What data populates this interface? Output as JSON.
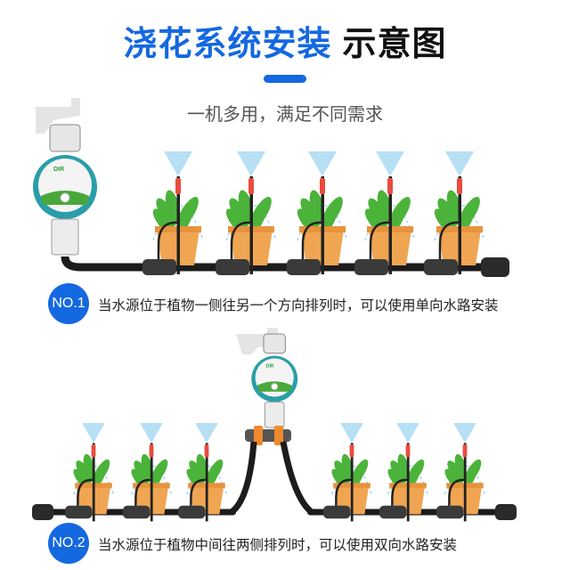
{
  "header": {
    "title_blue": "浇花系统安装",
    "title_black": "示意图",
    "subtitle": "一机多用，满足不同需求",
    "accent_color": "#1468e0"
  },
  "section1": {
    "badge": "NO.1",
    "caption": "当水源位于植物一侧往另一个方向排列时，可以使用单向水路安装",
    "plant_count": 5
  },
  "section2": {
    "badge": "NO.2",
    "caption": "当水源位于植物中间往两侧排列时，可以使用双向水路安装",
    "plant_count_left": 3,
    "plant_count_right": 3
  },
  "device": {
    "brand": "DIR"
  },
  "colors": {
    "pot": "#f0a552",
    "leaf": "#4bb33a",
    "pipe": "#1c1c1c",
    "spray": "#9fd6f2",
    "nozzle": "#e84c3d",
    "device_teal": "#2a9ea8"
  }
}
